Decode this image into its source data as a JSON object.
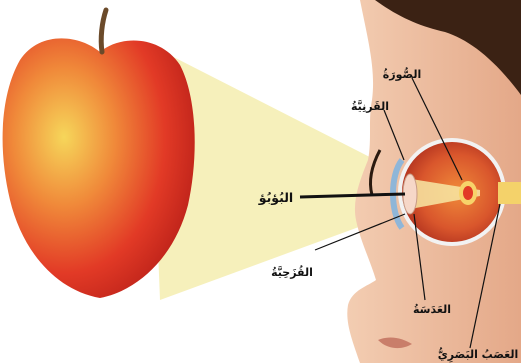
{
  "labels": {
    "image": "الصُّورَةُ",
    "cornea": "القَرنِيَّةُ",
    "pupil": "البُؤبُؤ",
    "iris": "القُزَحِيَّةُ",
    "lens": "العَدَسَةُ",
    "optic_nerve": "العَصَبُ البَصَرِيُّ"
  },
  "colors": {
    "apple_red": "#e23a26",
    "apple_yellow": "#f2c94a",
    "light_cone": "#f5eeb4",
    "skin": "#eebb9d",
    "hair": "#3b2214",
    "eyeball": "#d44a2c"
  }
}
